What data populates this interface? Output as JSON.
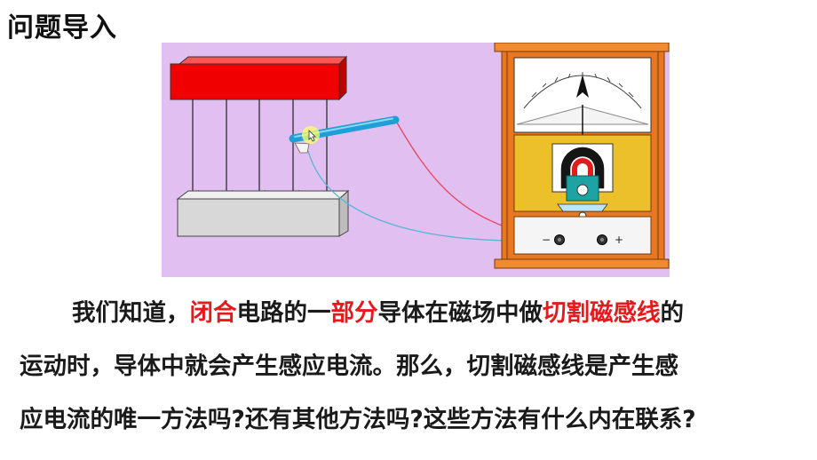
{
  "page": {
    "title": "问题导入"
  },
  "figure": {
    "meter_minus": "−",
    "meter_plus": "+",
    "colors": {
      "background": "#e1bff0",
      "magnet_top": "#f00000",
      "magnet_bottom": "#d8d8d8",
      "conductor_rod": "#1f9fd8",
      "wire_red": "#e8475f",
      "wire_blue": "#5ab4d6",
      "meter_frame": "#e87722",
      "meter_face": "#ecc02a"
    }
  },
  "paragraph": {
    "line1": {
      "p1": "我们知道，",
      "r1": "闭合",
      "p2": "电路的一",
      "r2": "部分",
      "p3": "导体在磁场中做",
      "r3": "切割磁感线",
      "p4": "的"
    },
    "line2": "运动时，导体中就会产生感应电流。那么，切割磁感线是产生感",
    "line3": "应电流的唯一方法吗?还有其他方法吗?这些方法有什么内在联系?"
  }
}
